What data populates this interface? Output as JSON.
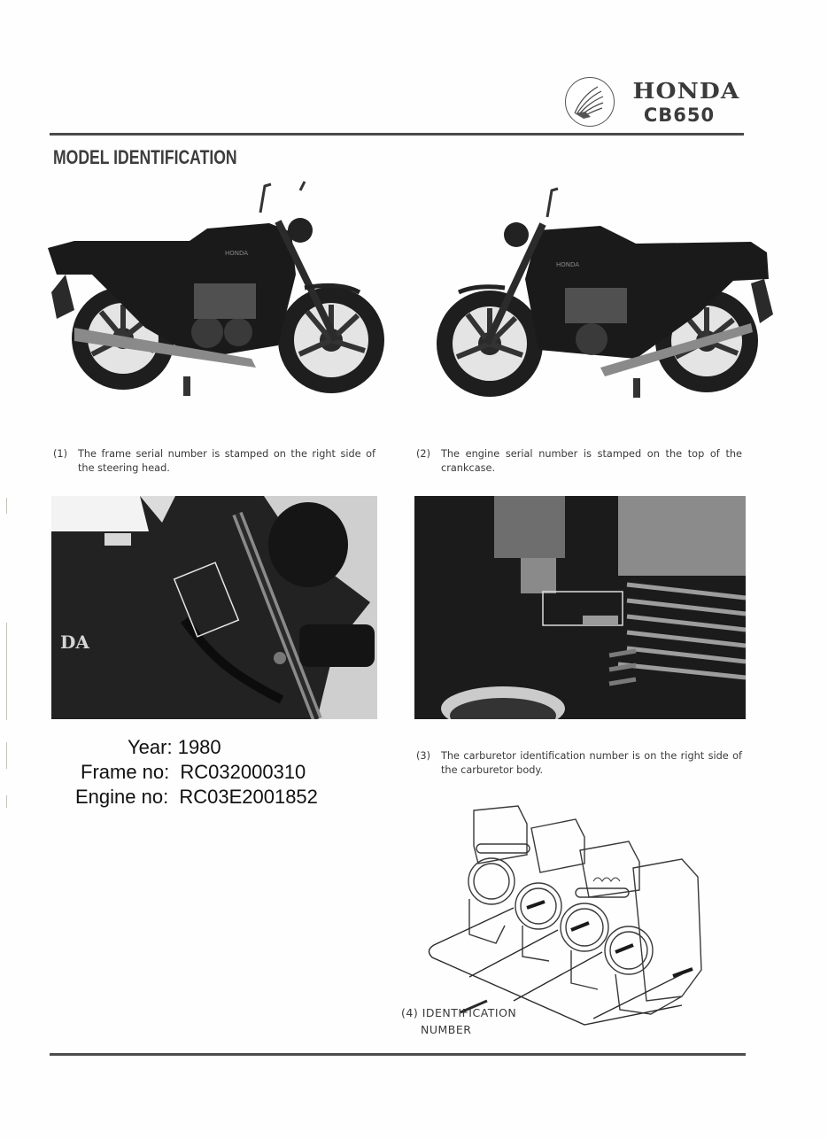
{
  "header": {
    "brand": "HONDA",
    "model": "CB650",
    "logo_icon": "honda-wing-icon"
  },
  "page": {
    "title": "MODEL IDENTIFICATION"
  },
  "photos": {
    "left_side_view": "motorcycle-left-side-photo",
    "right_side_view": "motorcycle-right-side-photo",
    "frame_detail": "steering-head-frame-number-photo",
    "engine_detail": "crankcase-engine-number-photo",
    "frame_photo_tank_text": "DA"
  },
  "captions": [
    {
      "number": "(1)",
      "text": "The frame serial number is stamped on the right side of the steering head."
    },
    {
      "number": "(2)",
      "text": "The engine serial number is stamped on the top of the crankcase."
    },
    {
      "number": "(3)",
      "text": "The carburetor identification number is on the right side of the carburetor body."
    }
  ],
  "identification": {
    "year_label": "Year:",
    "year_value": "1980",
    "frame_label": "Frame no:",
    "frame_value": "RC032000310",
    "engine_label": "Engine no:",
    "engine_value": "RC03E2001852"
  },
  "diagram": {
    "callout_number": "(4)",
    "callout_line1": "IDENTIFICATION",
    "callout_line2": "NUMBER"
  }
}
